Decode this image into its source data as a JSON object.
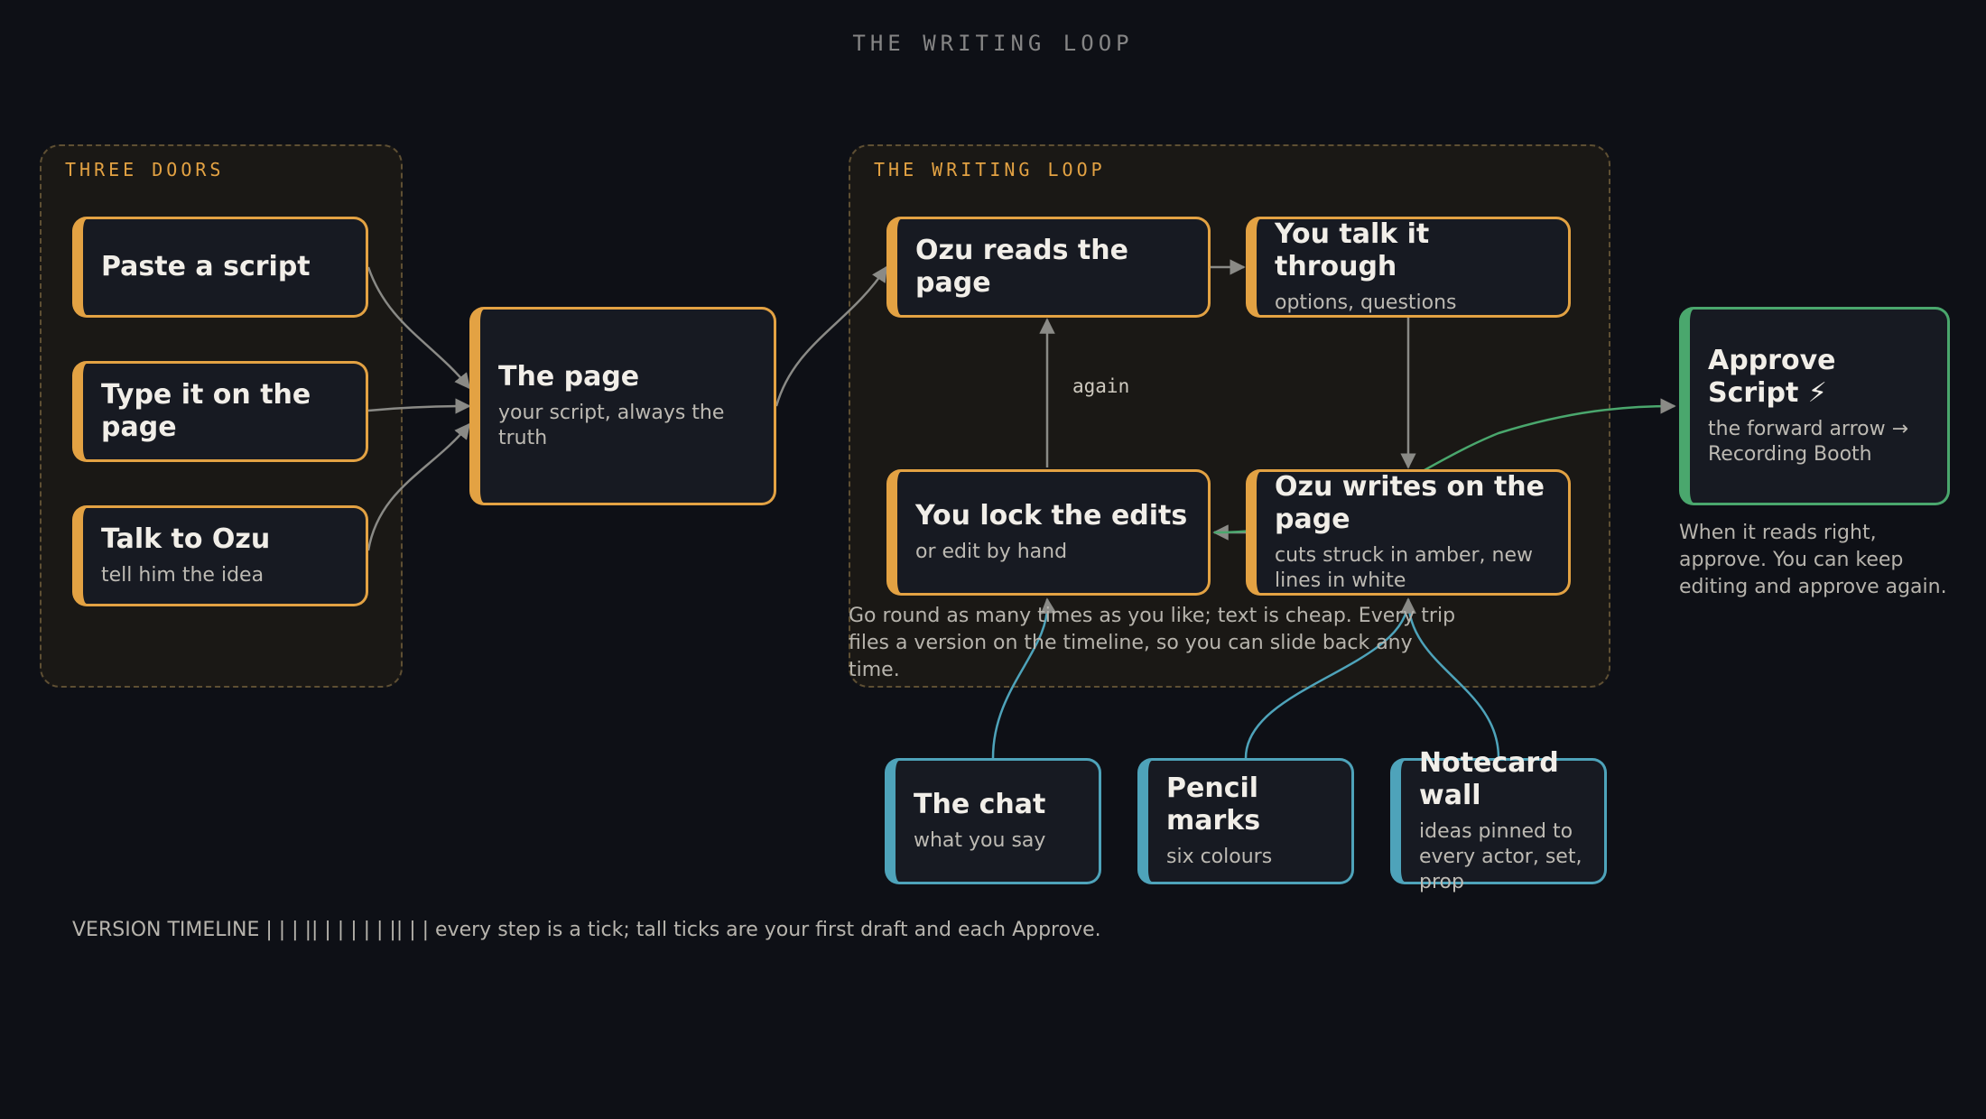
{
  "title": "THE WRITING LOOP",
  "groups": {
    "doors": {
      "label": "THREE DOORS"
    },
    "loop": {
      "label": "THE WRITING LOOP"
    }
  },
  "nodes": {
    "paste": {
      "title": "Paste a script"
    },
    "type": {
      "title": "Type it on the page"
    },
    "talk": {
      "title": "Talk to Ozu",
      "sub": "tell him the idea"
    },
    "page": {
      "title": "The page",
      "sub": "your script, always the truth"
    },
    "reads": {
      "title": "Ozu reads the page"
    },
    "talk_through": {
      "title": "You talk it through",
      "sub": "options, questions"
    },
    "lock": {
      "title": "You lock the edits",
      "sub": "or edit by hand"
    },
    "writes": {
      "title": "Ozu writes on the page",
      "sub": "cuts struck in amber, new lines in white"
    },
    "approve": {
      "title": "Approve Script ⚡",
      "sub": "the forward arrow → Recording Booth"
    },
    "chat": {
      "title": "The chat",
      "sub": "what you say"
    },
    "pencil": {
      "title": "Pencil marks",
      "sub": "six colours"
    },
    "notecard": {
      "title": "Notecard wall",
      "sub": "ideas pinned to every actor, set, prop"
    }
  },
  "edge_labels": {
    "again": "again"
  },
  "notes": {
    "loop_note": "Go round as many times as you like; text is cheap. Every trip files a version on the timeline, so you can slide back any time.",
    "approve_note": "When it reads right, approve. You can keep editing and approve again.",
    "timeline": "VERSION TIMELINE | | | || | | | | | || | | every step is a tick; tall ticks are your first draft and each Approve."
  },
  "colors": {
    "background": "#0e1016",
    "amber": "#e3a243",
    "blue": "#4ea3ba",
    "green": "#4aa76d",
    "arrow_grey": "#8a8a86"
  }
}
